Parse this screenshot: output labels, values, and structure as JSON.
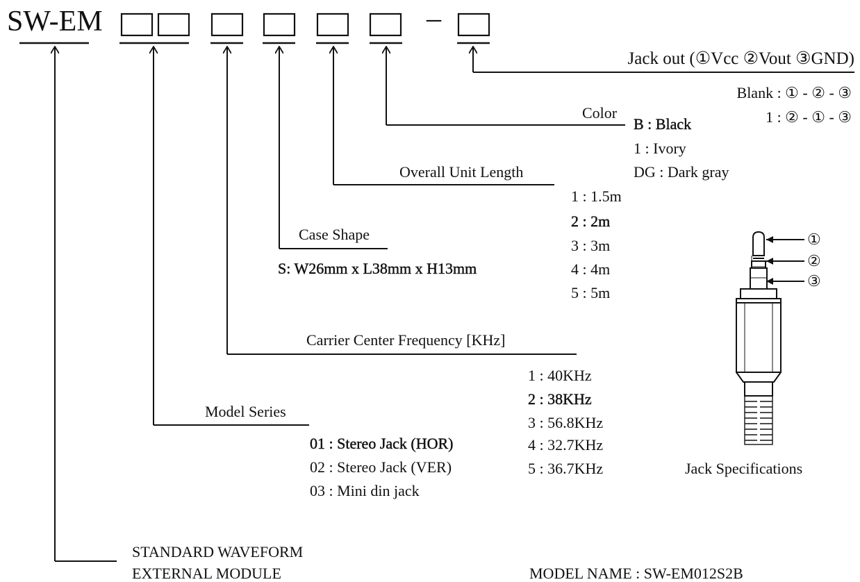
{
  "code": {
    "prefix": "SW-EM",
    "dash": "–"
  },
  "jack_out": {
    "title": "Jack out (①Vcc ②Vout ③GND)",
    "options": [
      "Blank : ① - ② - ③",
      "1 : ② - ① - ③"
    ]
  },
  "color": {
    "title": "Color",
    "options": [
      "B : Black",
      "1 : Ivory",
      "DG : Dark gray"
    ]
  },
  "length": {
    "title": "Overall Unit Length",
    "options": [
      "1 : 1.5m",
      "2 : 2m",
      "3 : 3m",
      "4 : 4m",
      "5 : 5m"
    ]
  },
  "case_shape": {
    "title": "Case Shape",
    "options": [
      "S: W26mm x L38mm x H13mm"
    ]
  },
  "frequency": {
    "title": "Carrier Center Frequency [KHz]",
    "options": [
      "1 : 40KHz",
      "2 : 38KHz",
      "3 : 56.8KHz",
      "4 : 32.7KHz",
      "5 : 36.7KHz"
    ]
  },
  "model_series": {
    "title": "Model Series",
    "options": [
      "01 : Stereo Jack (HOR)",
      "02 : Stereo Jack (VER)",
      "03 : Mini din jack"
    ]
  },
  "standard": {
    "lines": [
      "STANDARD WAVEFORM",
      "EXTERNAL MODULE"
    ]
  },
  "jack_spec": {
    "label": "Jack Specifications",
    "markers": [
      "①",
      "②",
      "③"
    ]
  },
  "model_name": "MODEL NAME : SW-EM012S2B"
}
